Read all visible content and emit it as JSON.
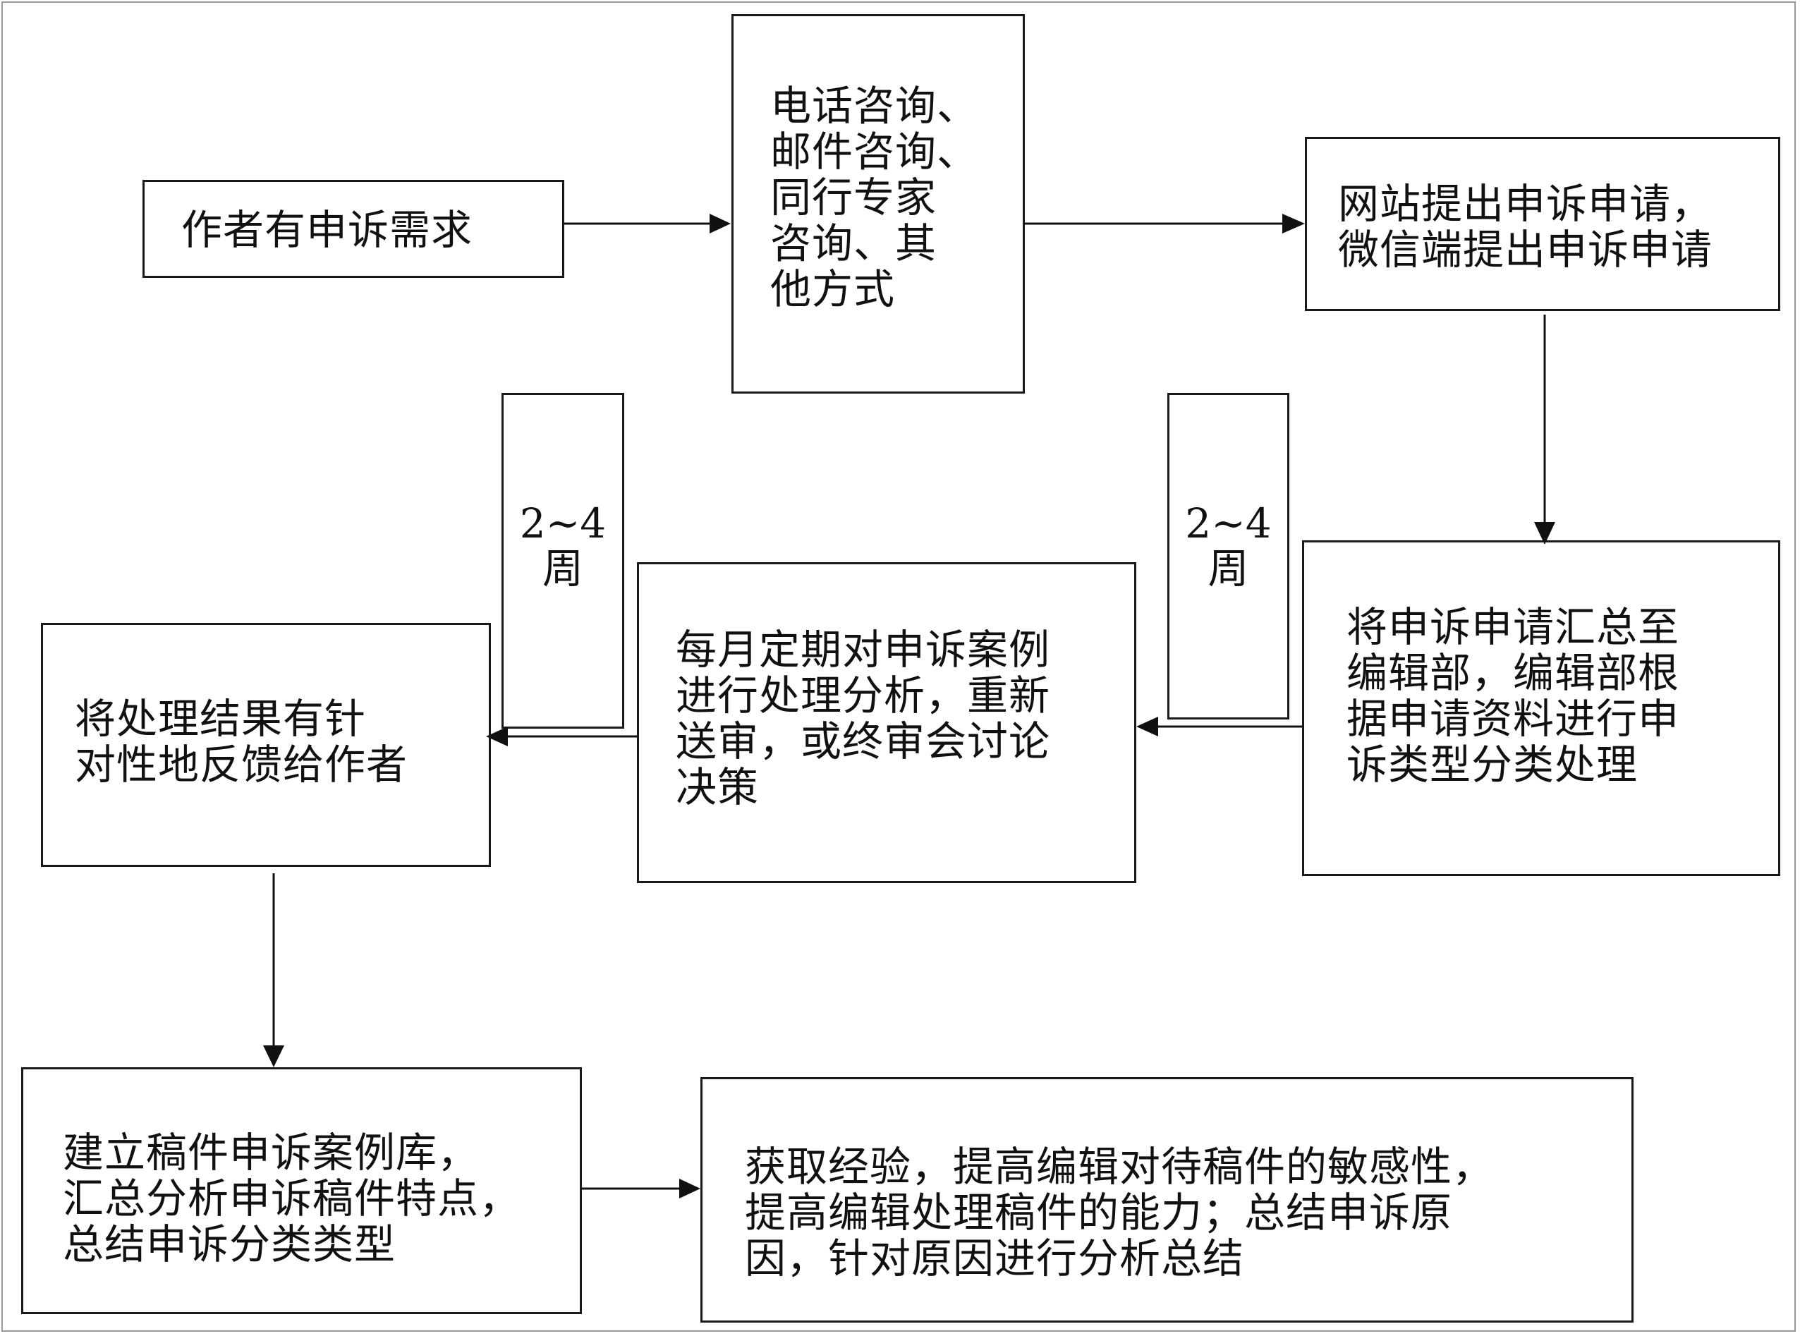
{
  "boxes": {
    "start": "作者有申诉需求",
    "consult": "电话咨询、\n邮件咨询、\n同行专家\n咨询、其\n他方式",
    "online": "网站提出申诉申请，\n微信端提出申诉申请",
    "summarize": "将申诉申请汇总至\n编辑部，编辑部根\n据申请资料进行申\n诉类型分类处理",
    "monthly": "每月定期对申诉案例\n进行处理分析，重新\n送审，或终审会讨论\n决策",
    "feedback": "将处理结果有针\n对性地反馈给作者",
    "database": "建立稿件申诉案例库，\n汇总分析申诉稿件特点，\n总结申诉分类类型",
    "experience": "获取经验，提高编辑对待稿件的敏感性，\n提高编辑处理稿件的能力；总结申诉原\n因，针对原因进行分析总结"
  },
  "durations": {
    "right_value": "2~4",
    "right_unit": "周",
    "left_value": "2~4",
    "left_unit": "周"
  }
}
